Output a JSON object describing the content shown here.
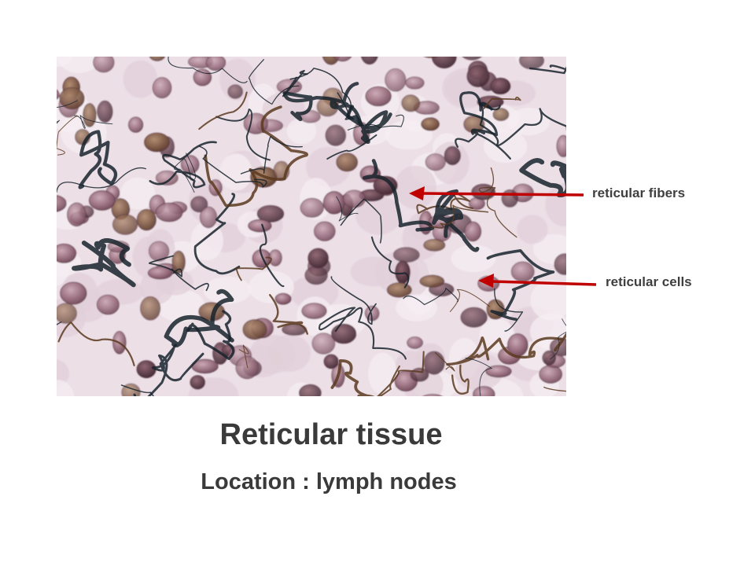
{
  "labels": {
    "fibers": "reticular fibers",
    "cells": "reticular cells"
  },
  "caption": {
    "title": "Reticular tissue",
    "subtitle": "Location : lymph nodes"
  },
  "colors": {
    "arrow": "#c00000",
    "text": "#3a3a3a",
    "background_stain": "#e9dde3",
    "nucleus": "#8a5f6f",
    "fiber": "#1b2a35"
  }
}
